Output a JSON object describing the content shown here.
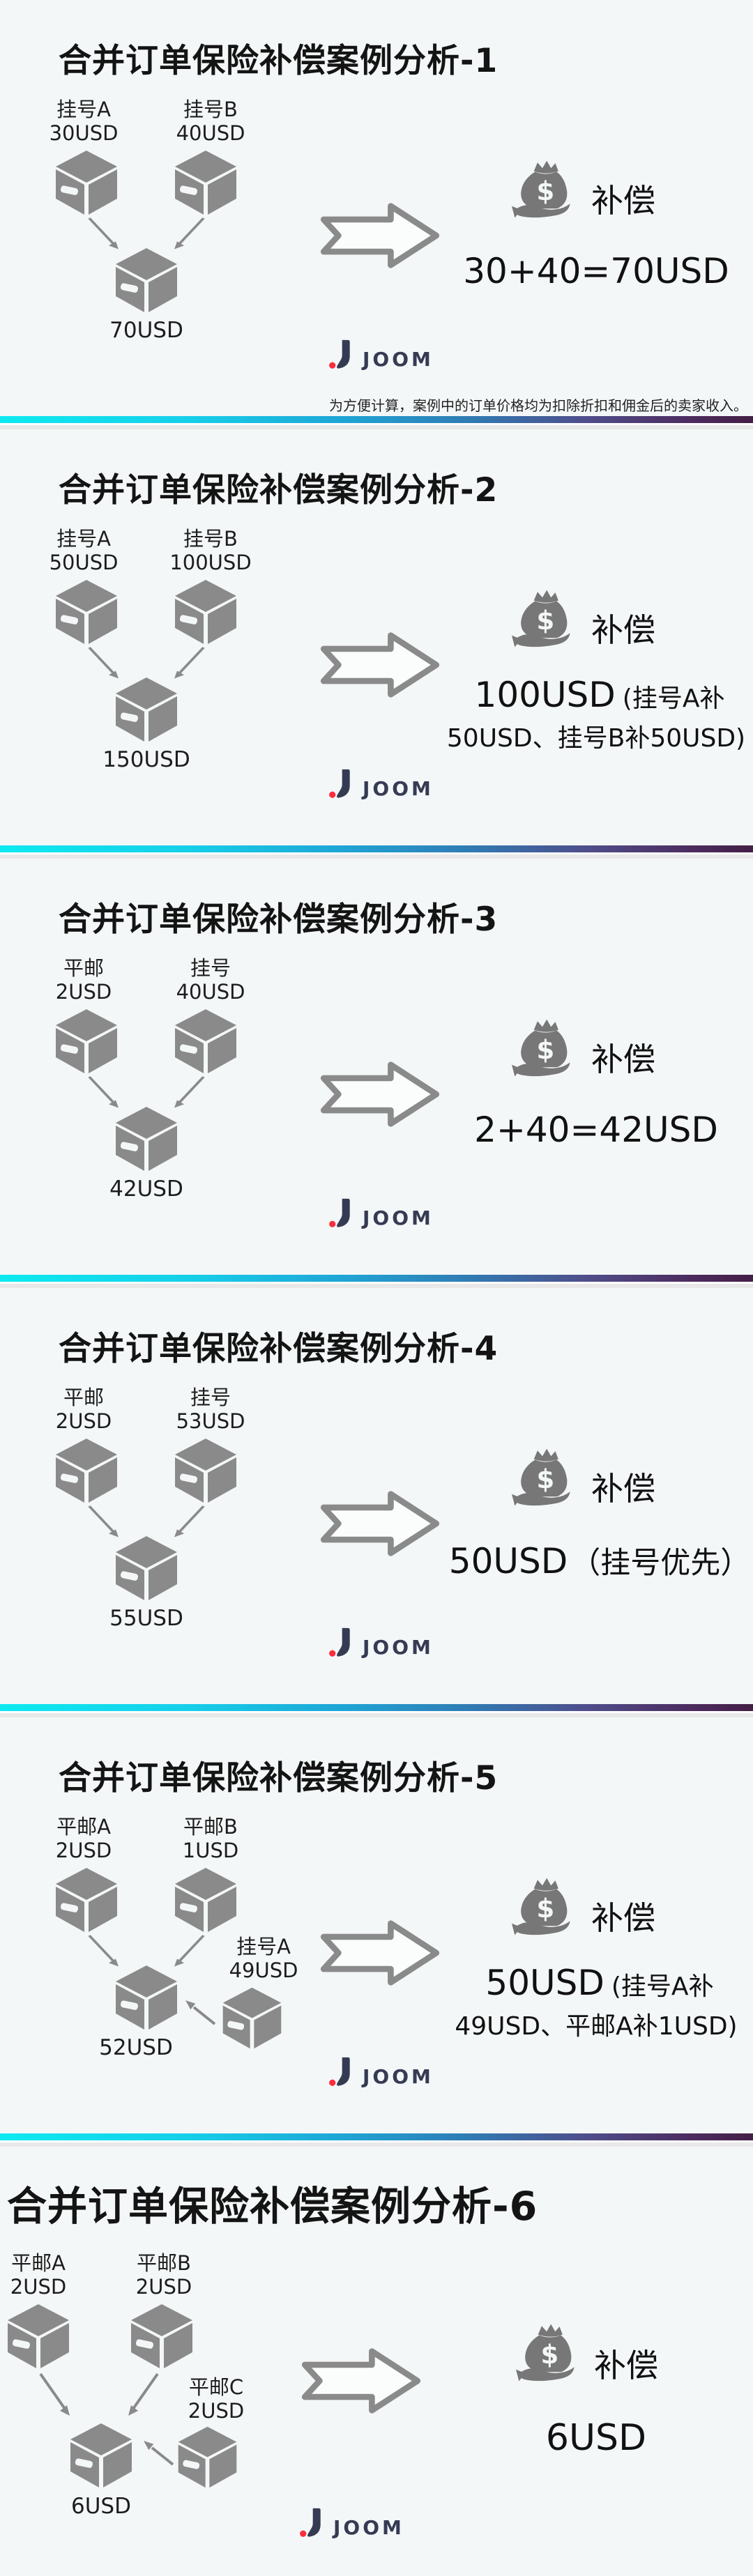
{
  "logo_text": "JOOM",
  "compensation": "补偿",
  "note": "为方便计算，案例中的订单价格均为扣除折扣和佣金后的卖家收入。",
  "colors": {
    "slide_bg": "#f4f7f8",
    "page_gap": "#e8e8e8",
    "icon_gray": "#8a8a8a",
    "bag_gray": "#777777",
    "logo_navy": "#363b54",
    "logo_red": "#fb2e3c",
    "divider_gradient_start": "#0de9f0",
    "divider_gradient_end": "#431f45"
  },
  "icons": {
    "package": "package-box-icon",
    "merge_arrow": "merge-arrow-icon",
    "right_arrow": "right-arrow-icon",
    "money_bag": "money-bag-hand-icon",
    "joom_mark": "joom-j-icon"
  },
  "panels": [
    {
      "title": "合并订单保险补偿案例分析-1",
      "label_a1": "挂号A",
      "label_a2": "30USD",
      "label_b1": "挂号B",
      "label_b2": "40USD",
      "merged": "70USD",
      "result_big": "30+40=70USD",
      "result_small": "",
      "result_line2": ""
    },
    {
      "title": "合并订单保险补偿案例分析-2",
      "label_a1": "挂号A",
      "label_a2": "50USD",
      "label_b1": "挂号B",
      "label_b2": "100USD",
      "merged": "150USD",
      "result_big": "100USD",
      "result_small": "(挂号A补",
      "result_line2": "50USD、挂号B补50USD)"
    },
    {
      "title": "合并订单保险补偿案例分析-3",
      "label_a1": "平邮",
      "label_a2": "2USD",
      "label_b1": "挂号",
      "label_b2": "40USD",
      "merged": "42USD",
      "result_big": "2+40=42USD",
      "result_small": "",
      "result_line2": ""
    },
    {
      "title": "合并订单保险补偿案例分析-4",
      "label_a1": "平邮",
      "label_a2": "2USD",
      "label_b1": "挂号",
      "label_b2": "53USD",
      "merged": "55USD",
      "result_big": "50USD",
      "result_small": "（挂号优先）",
      "result_line2": ""
    },
    {
      "title": "合并订单保险补偿案例分析-5",
      "label_a1": "平邮A",
      "label_a2": "2USD",
      "label_b1": "平邮B",
      "label_b2": "1USD",
      "label_c1": "挂号A",
      "label_c2": "49USD",
      "merged": "52USD",
      "result_big": "50USD",
      "result_small": "(挂号A补",
      "result_line2": "49USD、平邮A补1USD)"
    },
    {
      "title": "合并订单保险补偿案例分析-6",
      "label_a1": "平邮A",
      "label_a2": "2USD",
      "label_b1": "平邮B",
      "label_b2": "2USD",
      "label_c1": "平邮C",
      "label_c2": "2USD",
      "merged": "6USD",
      "result_big": "6USD",
      "result_small": "",
      "result_line2": ""
    }
  ]
}
